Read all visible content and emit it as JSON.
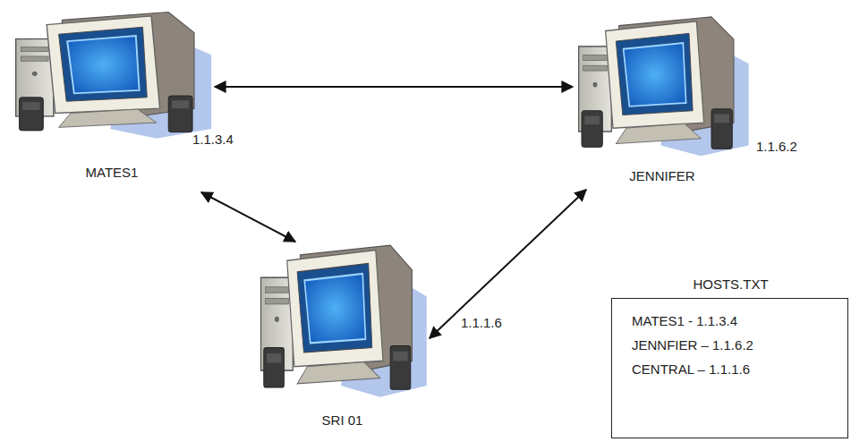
{
  "diagram": {
    "nodes": [
      {
        "text": [
          "MATES1",
          "1.1.3.4"
        ]
      },
      {
        "text": [
          "JENNIFER",
          "1.1.6.2"
        ]
      },
      {
        "text": [
          "SRI 01",
          "1.1.1.6"
        ]
      },
      {
        "text": [
          "HOSTS.TXT",
          "MATES1   - 1.1.3.4",
          "JENNFIER – 1.1.6.2",
          "CENTRAL – 1.1.1.6"
        ]
      }
    ],
    "edges": [
      {
        "from": 0,
        "to": 1,
        "arrow": "both"
      },
      {
        "from": 0,
        "to": 2,
        "arrow": "both"
      },
      {
        "from": 2,
        "to": 1,
        "arrow": "both"
      }
    ]
  }
}
